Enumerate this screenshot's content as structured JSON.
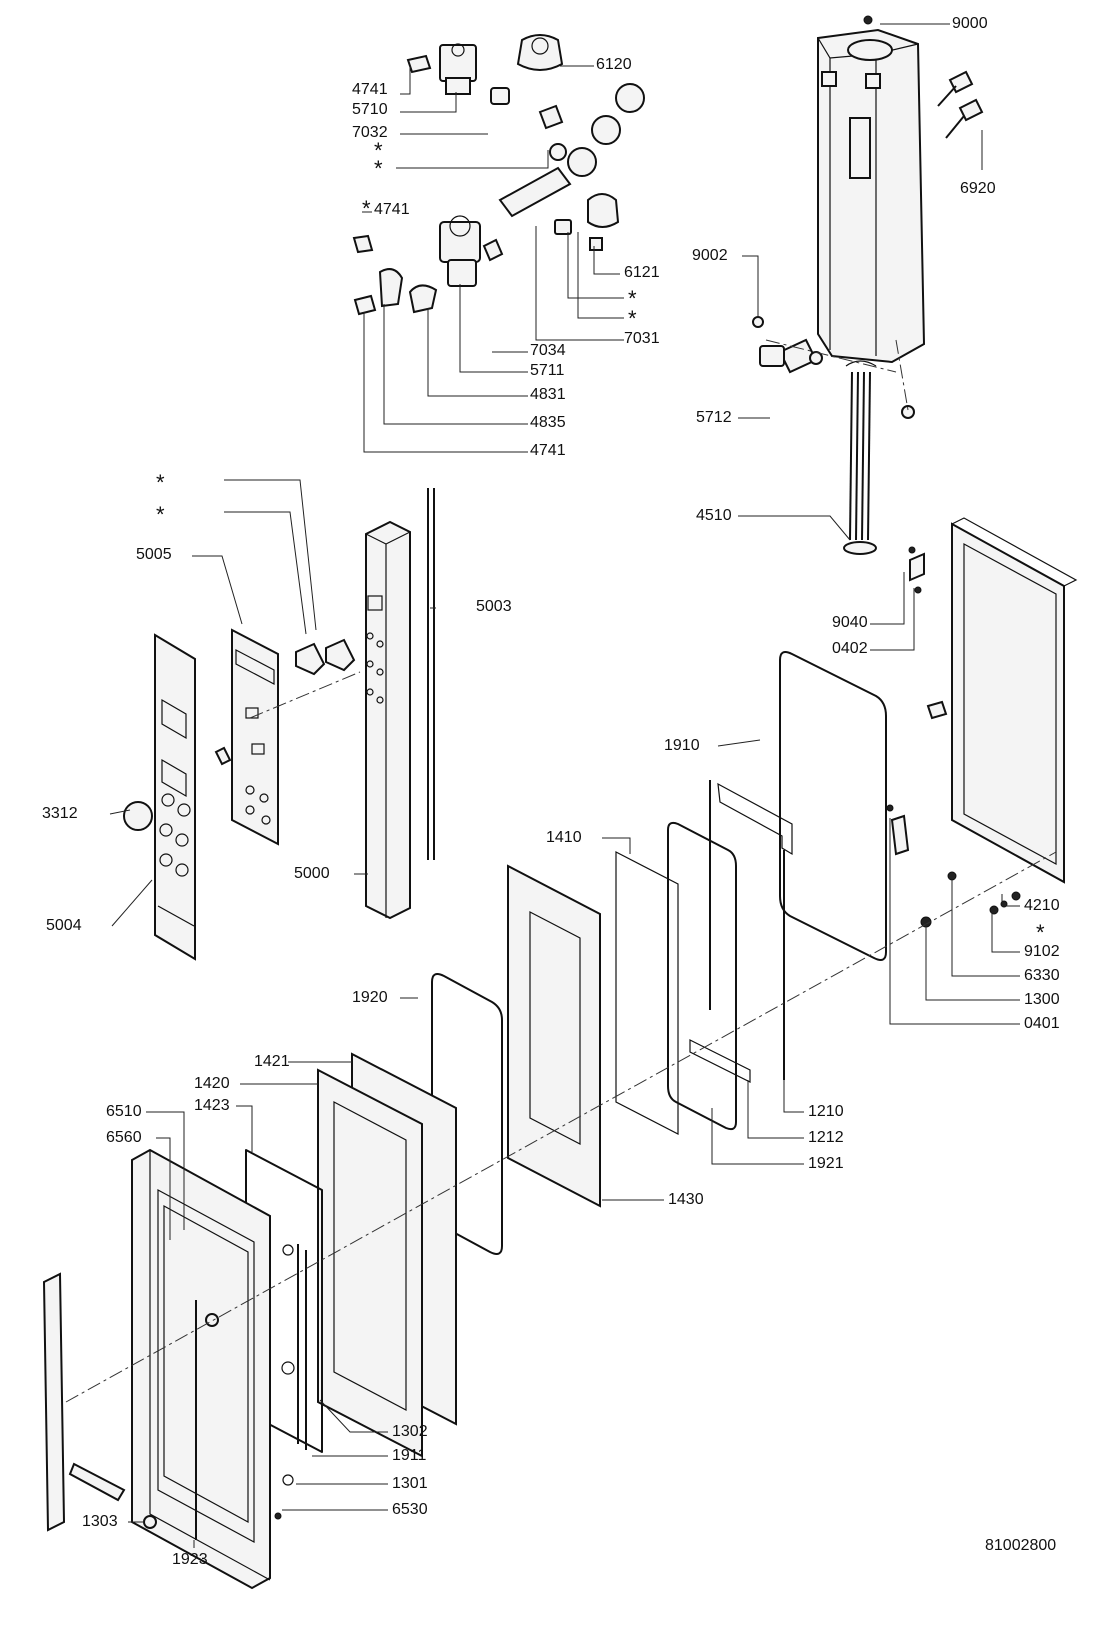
{
  "document_number": "81002800",
  "callouts": [
    {
      "name": "4741",
      "text": "4741"
    },
    {
      "name": "5710",
      "text": "5710"
    },
    {
      "name": "7032",
      "text": "7032"
    },
    {
      "name": "6120",
      "text": "6120"
    },
    {
      "name": "4741-b",
      "text": "4741"
    },
    {
      "name": "6121",
      "text": "6121"
    },
    {
      "name": "7031",
      "text": "7031"
    },
    {
      "name": "7034",
      "text": "7034"
    },
    {
      "name": "5711",
      "text": "5711"
    },
    {
      "name": "4831",
      "text": "4831"
    },
    {
      "name": "4835",
      "text": "4835"
    },
    {
      "name": "4741-c",
      "text": "4741"
    },
    {
      "name": "9000",
      "text": "9000"
    },
    {
      "name": "6920",
      "text": "6920"
    },
    {
      "name": "9002",
      "text": "9002"
    },
    {
      "name": "5712",
      "text": "5712"
    },
    {
      "name": "4510",
      "text": "4510"
    },
    {
      "name": "9040",
      "text": "9040"
    },
    {
      "name": "0402",
      "text": "0402"
    },
    {
      "name": "5005",
      "text": "5005"
    },
    {
      "name": "5003",
      "text": "5003"
    },
    {
      "name": "3312",
      "text": "3312"
    },
    {
      "name": "5000",
      "text": "5000"
    },
    {
      "name": "5004",
      "text": "5004"
    },
    {
      "name": "1910",
      "text": "1910"
    },
    {
      "name": "1410",
      "text": "1410"
    },
    {
      "name": "4210",
      "text": "4210"
    },
    {
      "name": "9102",
      "text": "9102"
    },
    {
      "name": "6330",
      "text": "6330"
    },
    {
      "name": "1300",
      "text": "1300"
    },
    {
      "name": "0401",
      "text": "0401"
    },
    {
      "name": "1920",
      "text": "1920"
    },
    {
      "name": "1421",
      "text": "1421"
    },
    {
      "name": "1420",
      "text": "1420"
    },
    {
      "name": "1423",
      "text": "1423"
    },
    {
      "name": "6510",
      "text": "6510"
    },
    {
      "name": "6560",
      "text": "6560"
    },
    {
      "name": "1210",
      "text": "1210"
    },
    {
      "name": "1212",
      "text": "1212"
    },
    {
      "name": "1921",
      "text": "1921"
    },
    {
      "name": "1430",
      "text": "1430"
    },
    {
      "name": "1302",
      "text": "1302"
    },
    {
      "name": "1911",
      "text": "1911"
    },
    {
      "name": "1301",
      "text": "1301"
    },
    {
      "name": "6530",
      "text": "6530"
    },
    {
      "name": "1303",
      "text": "1303"
    },
    {
      "name": "1923",
      "text": "1923"
    }
  ],
  "asterisks": [
    {
      "name": "asterisk-1",
      "text": "*"
    },
    {
      "name": "asterisk-2",
      "text": "*"
    },
    {
      "name": "asterisk-3",
      "text": "*"
    },
    {
      "name": "asterisk-4",
      "text": "*"
    },
    {
      "name": "asterisk-5",
      "text": "*"
    },
    {
      "name": "asterisk-6",
      "text": "*"
    },
    {
      "name": "asterisk-7",
      "text": "*"
    },
    {
      "name": "asterisk-8",
      "text": "*"
    }
  ]
}
